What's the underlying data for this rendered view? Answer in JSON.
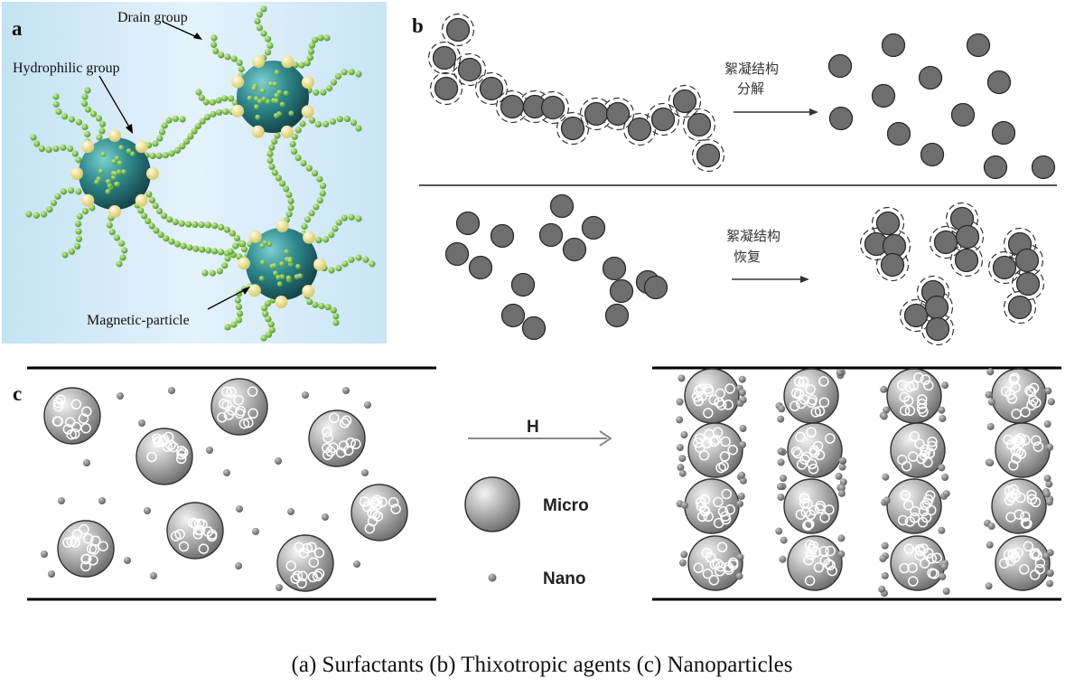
{
  "panel_a": {
    "letter": "a",
    "labels": {
      "drain": "Drain group",
      "hydrophilic": "Hydrophilic group",
      "magnetic": "Magnetic-particle"
    }
  },
  "panel_b": {
    "letter": "b",
    "top_arrow_label": [
      "絮凝结构",
      "分解"
    ],
    "bottom_arrow_label": [
      "絮凝结构",
      "恢复"
    ]
  },
  "panel_c": {
    "letter": "c",
    "field_label": "H",
    "legend": {
      "micro": "Micro",
      "nano": "Nano"
    }
  },
  "caption": "(a) Surfactants (b) Thixotropic agents (c) Nanoparticles",
  "colors": {
    "panel_a_bg": "#d6ecf9",
    "particle_teal": "#2f8a8e",
    "chain_green": "#7cc040",
    "head_yellow": "#f2e48c",
    "particle_gray": "#6e6e6e",
    "line_black": "#000000"
  }
}
